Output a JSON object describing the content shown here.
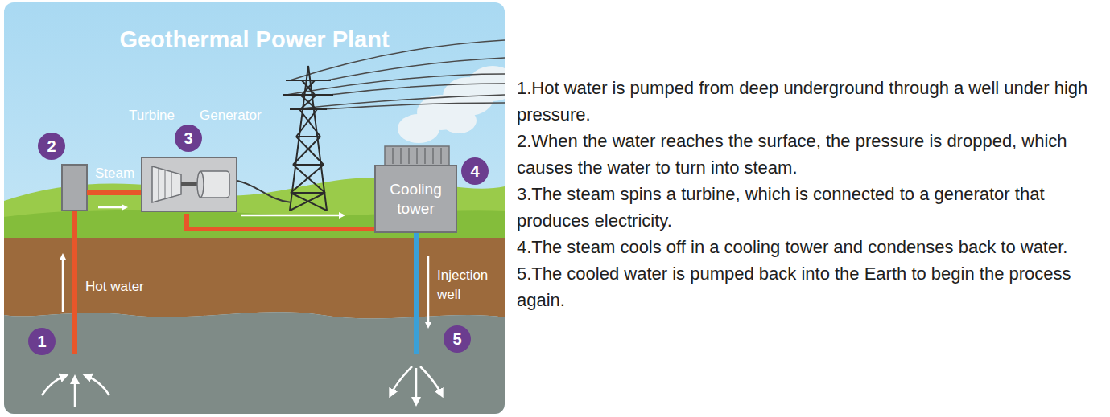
{
  "diagram": {
    "title": "Geothermal Power Plant",
    "nodes": [
      {
        "text": [
          "2"
        ]
      },
      {
        "text": [
          "Turbine",
          "Generator"
        ]
      },
      {
        "text": [
          "3"
        ]
      },
      {
        "text": [
          "4"
        ]
      },
      {
        "text": [
          "Cooling tower"
        ]
      },
      {
        "text": [
          "1"
        ]
      },
      {
        "text": [
          "5"
        ]
      }
    ],
    "edges": [
      {
        "from": 1,
        "to": 4,
        "arrow": "none"
      }
    ],
    "labels": [
      "Steam",
      "Hot water",
      "Injection well",
      "1.Hot water is pumped from deep underground through a well under high pressure.",
      "2.When the water reaches the surface, the pressure is dropped, which causes the water to turn into steam.",
      "3.The steam spins a turbine, which is connected to a generator that produces electricity.",
      "4.The steam cools off in a cooling tower and condenses back to water.",
      "5.The cooled water is pumped back into the Earth to begin the process again."
    ]
  }
}
